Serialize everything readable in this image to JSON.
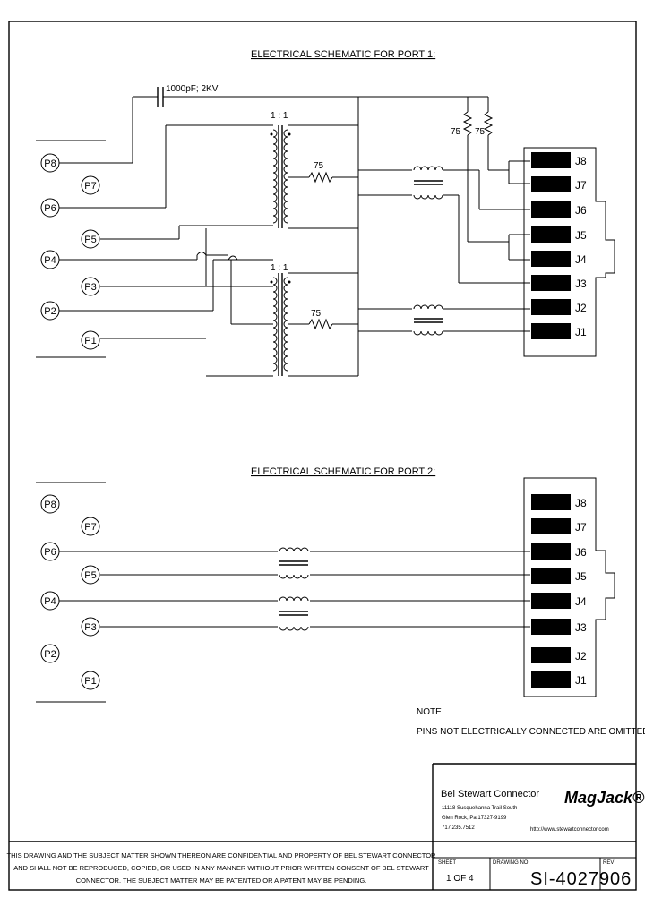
{
  "port1": {
    "title": "ELECTRICAL SCHEMATIC FOR PORT 1:",
    "cap_label": "1000pF; 2KV",
    "ratio_top": "1 : 1",
    "ratio_bottom": "1 : 1",
    "res_center_top": "75",
    "res_center_bottom": "75",
    "res_a": "75",
    "res_b": "75",
    "pins": [
      "P8",
      "P7",
      "P6",
      "P5",
      "P4",
      "P3",
      "P2",
      "P1"
    ],
    "jacks": [
      "J8",
      "J7",
      "J6",
      "J5",
      "J4",
      "J3",
      "J2",
      "J1"
    ]
  },
  "port2": {
    "title": "ELECTRICAL SCHEMATIC FOR PORT 2:",
    "pins": [
      "P8",
      "P7",
      "P6",
      "P5",
      "P4",
      "P3",
      "P2",
      "P1"
    ],
    "jacks": [
      "J8",
      "J7",
      "J6",
      "J5",
      "J4",
      "J3",
      "J2",
      "J1"
    ]
  },
  "note": {
    "title": "NOTE",
    "text": "PINS NOT ELECTRICALLY CONNECTED ARE OMITTED."
  },
  "title_block": {
    "company": "Bel Stewart Connector",
    "address1": "11118 Susquehanna Trail South",
    "address2": "Glen Rock, Pa 17327-9199",
    "phone": "717.235.7512",
    "logo": "MagJack®",
    "url": "http://www.stewartconnector.com",
    "sheet_label": "SHEET",
    "sheet_value": "1 OF 4",
    "drawing_label": "DRAWING NO.",
    "drawing_no": "SI-40279",
    "rev_label": "REV",
    "rev": "06"
  },
  "disclaimer": {
    "line1": "THIS DRAWING AND THE SUBJECT MATTER SHOWN THEREON ARE CONFIDENTIAL AND PROPERTY OF BEL STEWART CONNECTOR",
    "line2": "AND SHALL NOT BE REPRODUCED, COPIED, OR USED IN ANY MANNER WITHOUT PRIOR WRITTEN CONSENT OF BEL STEWART",
    "line3": "CONNECTOR. THE SUBJECT MATTER MAY BE PATENTED OR A PATENT MAY BE PENDING."
  }
}
